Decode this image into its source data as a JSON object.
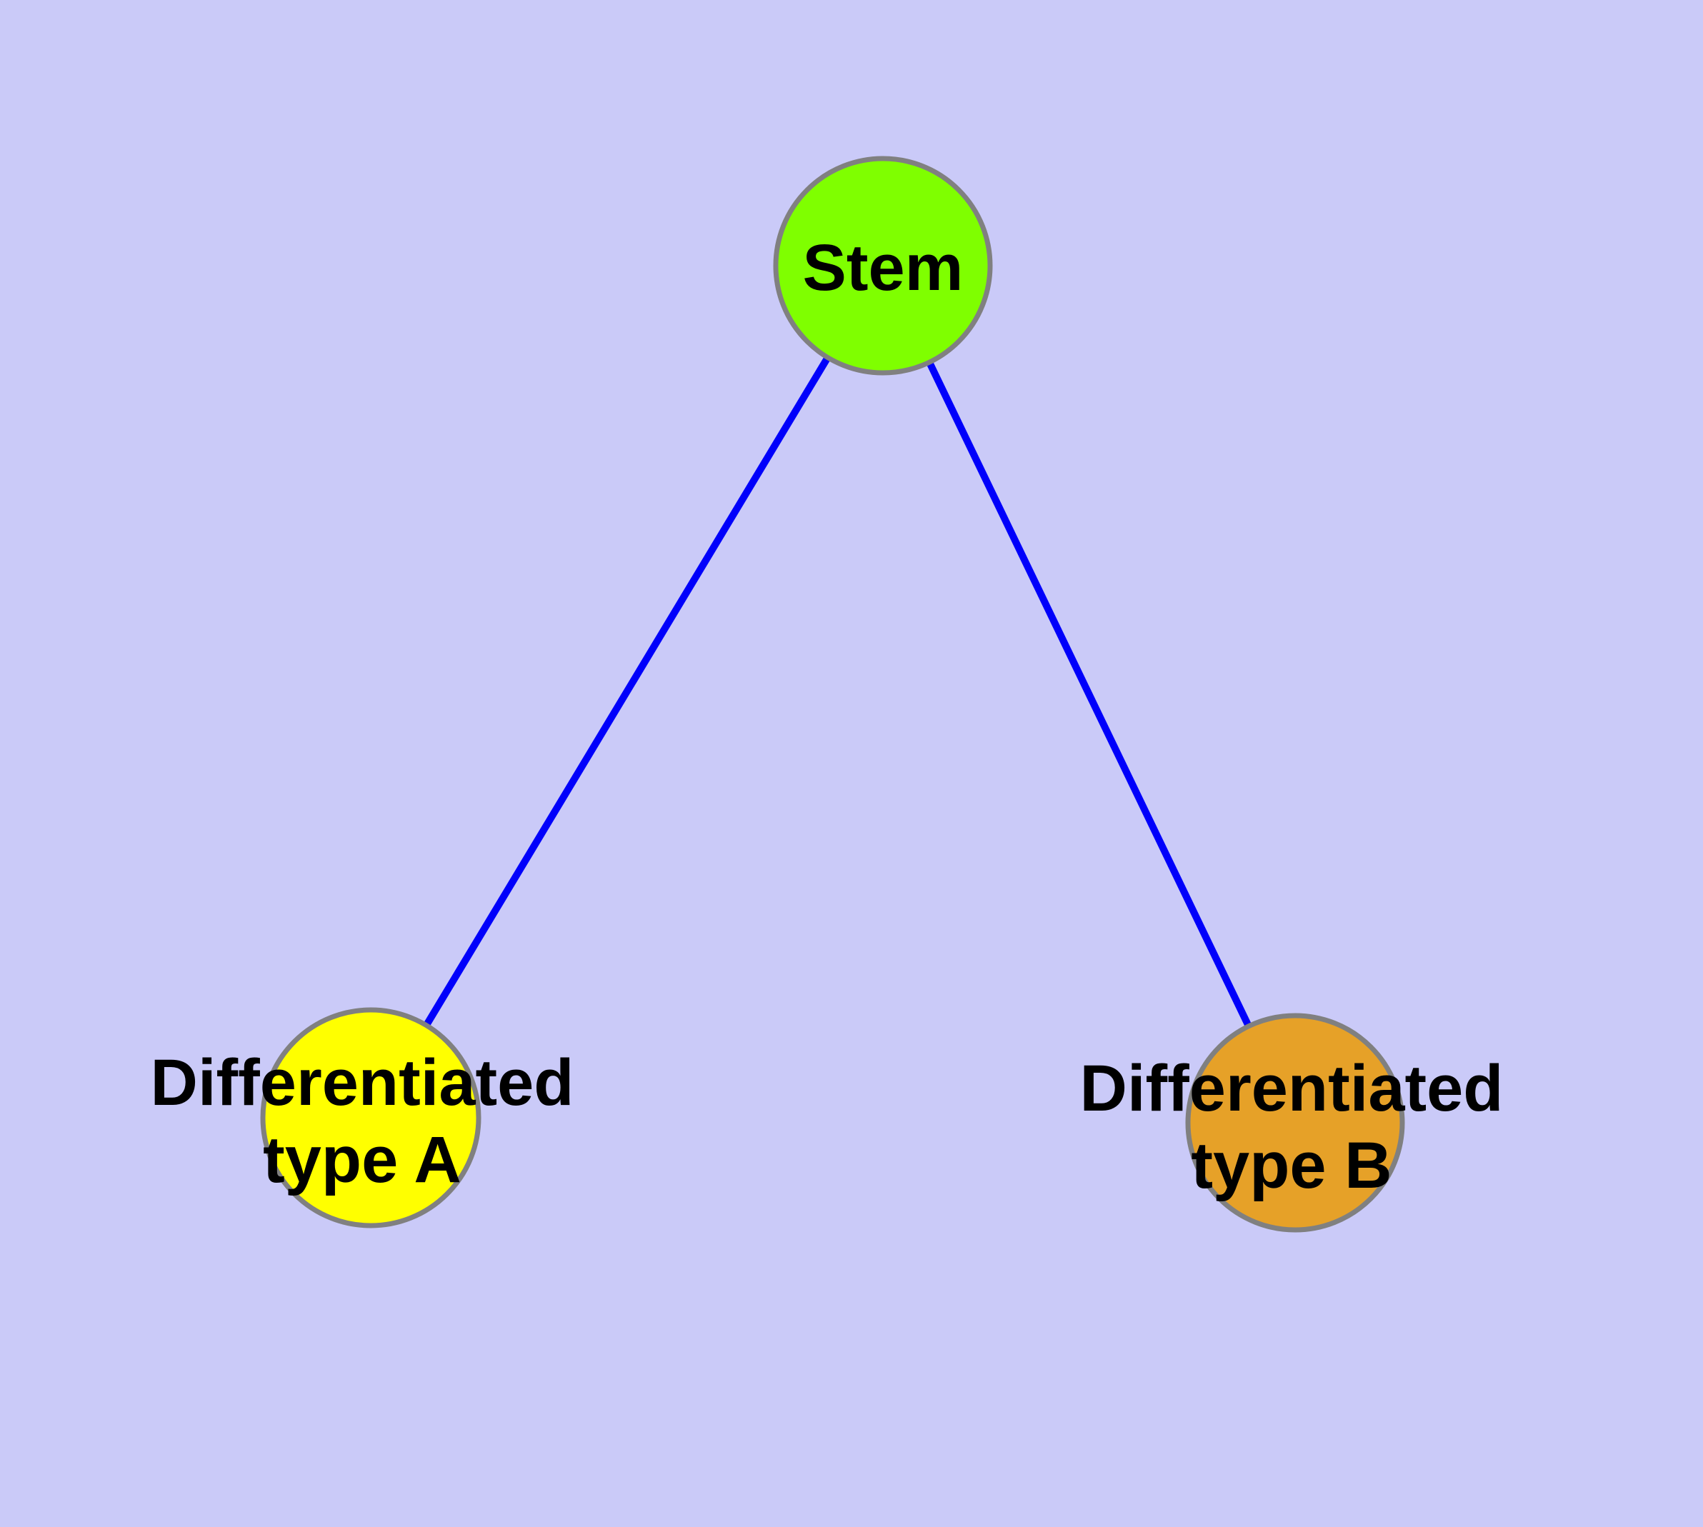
{
  "diagram": {
    "background_color": "#CACAF8",
    "edge_color": "#0000FB",
    "node_border_color": "#808080",
    "text_color": "#000000",
    "nodes": [
      {
        "id": "stem",
        "lines": [
          "Stem"
        ],
        "fill": "#7FFF00"
      },
      {
        "id": "differentiated-type-a",
        "lines": [
          "Differentiated",
          "type A"
        ],
        "fill": "#FFFF00"
      },
      {
        "id": "differentiated-type-b",
        "lines": [
          "Differentiated",
          "type B"
        ],
        "fill": "#E6A128"
      }
    ],
    "edges": [
      {
        "from": "stem",
        "to": "differentiated-type-a"
      },
      {
        "from": "stem",
        "to": "differentiated-type-b"
      }
    ]
  }
}
